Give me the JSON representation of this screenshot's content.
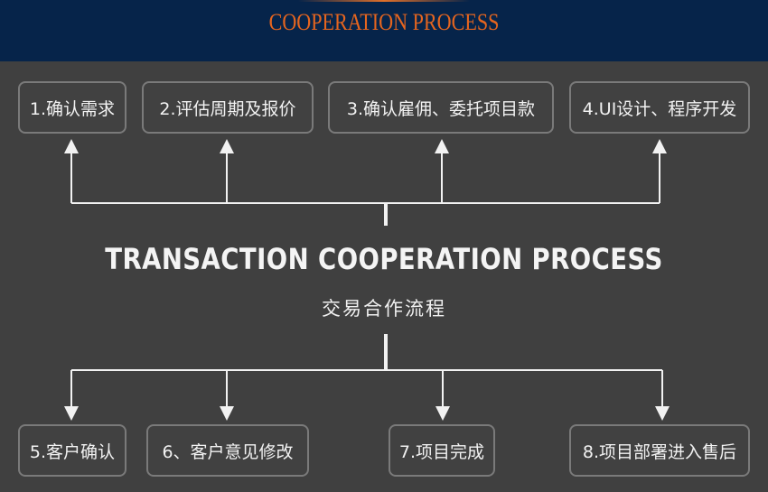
{
  "header": {
    "title": "COOPERATION PROCESS"
  },
  "center": {
    "title": "TRANSACTION COOPERATION PROCESS",
    "subtitle": "交易合作流程"
  },
  "steps_top": [
    {
      "label": "1.确认需求"
    },
    {
      "label": "2.评估周期及报价"
    },
    {
      "label": "3.确认雇佣、委托项目款"
    },
    {
      "label": "4.UI设计、程序开发"
    }
  ],
  "steps_bottom": [
    {
      "label": "5.客户确认"
    },
    {
      "label": "6、客户意见修改"
    },
    {
      "label": "7.项目完成"
    },
    {
      "label": "8.项目部署进入售后"
    }
  ],
  "colors": {
    "header_bg": "#06244a",
    "accent": "#e5651f",
    "body_bg": "#404040"
  }
}
